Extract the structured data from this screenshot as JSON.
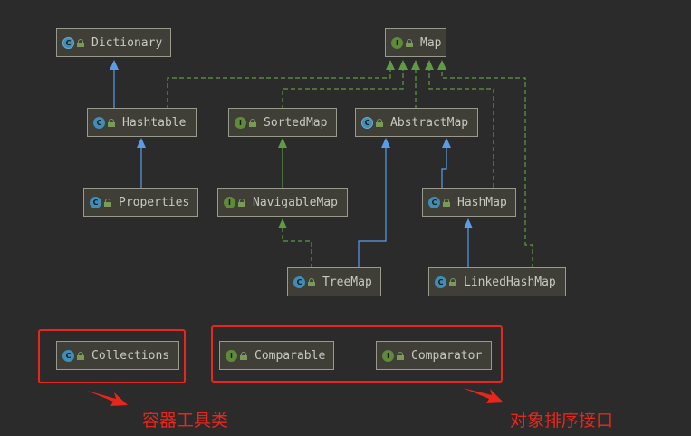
{
  "nodes": {
    "dictionary": {
      "label": "Dictionary",
      "kind": "abstract-class",
      "icon": "class-icon"
    },
    "map": {
      "label": "Map",
      "kind": "interface",
      "icon": "interface-icon"
    },
    "hashtable": {
      "label": "Hashtable",
      "kind": "class",
      "icon": "class-icon"
    },
    "sortedmap": {
      "label": "SortedMap",
      "kind": "interface",
      "icon": "interface-icon"
    },
    "abstractmap": {
      "label": "AbstractMap",
      "kind": "abstract-class",
      "icon": "class-icon"
    },
    "properties": {
      "label": "Properties",
      "kind": "class",
      "icon": "class-icon"
    },
    "navigablemap": {
      "label": "NavigableMap",
      "kind": "interface",
      "icon": "interface-icon"
    },
    "hashmap": {
      "label": "HashMap",
      "kind": "class",
      "icon": "class-icon"
    },
    "treemap": {
      "label": "TreeMap",
      "kind": "class",
      "icon": "class-icon"
    },
    "linkedhashmap": {
      "label": "LinkedHashMap",
      "kind": "class",
      "icon": "class-icon"
    },
    "collections": {
      "label": "Collections",
      "kind": "class",
      "icon": "class-icon"
    },
    "comparable": {
      "label": "Comparable",
      "kind": "interface",
      "icon": "interface-icon"
    },
    "comparator": {
      "label": "Comparator",
      "kind": "interface",
      "icon": "interface-icon"
    }
  },
  "badge_letters": {
    "class": "C",
    "interface": "I"
  },
  "annotations": {
    "container_tools": "容器工具类",
    "object_sort_interfaces": "对象排序接口"
  },
  "colors": {
    "background": "#2b2b2b",
    "node_fill": "#3f3f38",
    "extends_edge": "#5c9ce6",
    "implements_edge": "#5f9a45",
    "highlight": "#e8261c"
  },
  "edges": [
    {
      "from": "hashtable",
      "to": "dictionary",
      "type": "extends"
    },
    {
      "from": "properties",
      "to": "hashtable",
      "type": "extends"
    },
    {
      "from": "navigablemap",
      "to": "sortedmap",
      "type": "extends-interface"
    },
    {
      "from": "hashmap",
      "to": "abstractmap",
      "type": "extends"
    },
    {
      "from": "treemap",
      "to": "abstractmap",
      "type": "extends"
    },
    {
      "from": "linkedhashmap",
      "to": "hashmap",
      "type": "extends"
    },
    {
      "from": "treemap",
      "to": "navigablemap",
      "type": "implements"
    },
    {
      "from": "hashtable",
      "to": "map",
      "type": "implements"
    },
    {
      "from": "sortedmap",
      "to": "map",
      "type": "extends-interface"
    },
    {
      "from": "abstractmap",
      "to": "map",
      "type": "implements"
    },
    {
      "from": "hashmap",
      "to": "map",
      "type": "implements"
    },
    {
      "from": "linkedhashmap",
      "to": "map",
      "type": "implements"
    }
  ]
}
